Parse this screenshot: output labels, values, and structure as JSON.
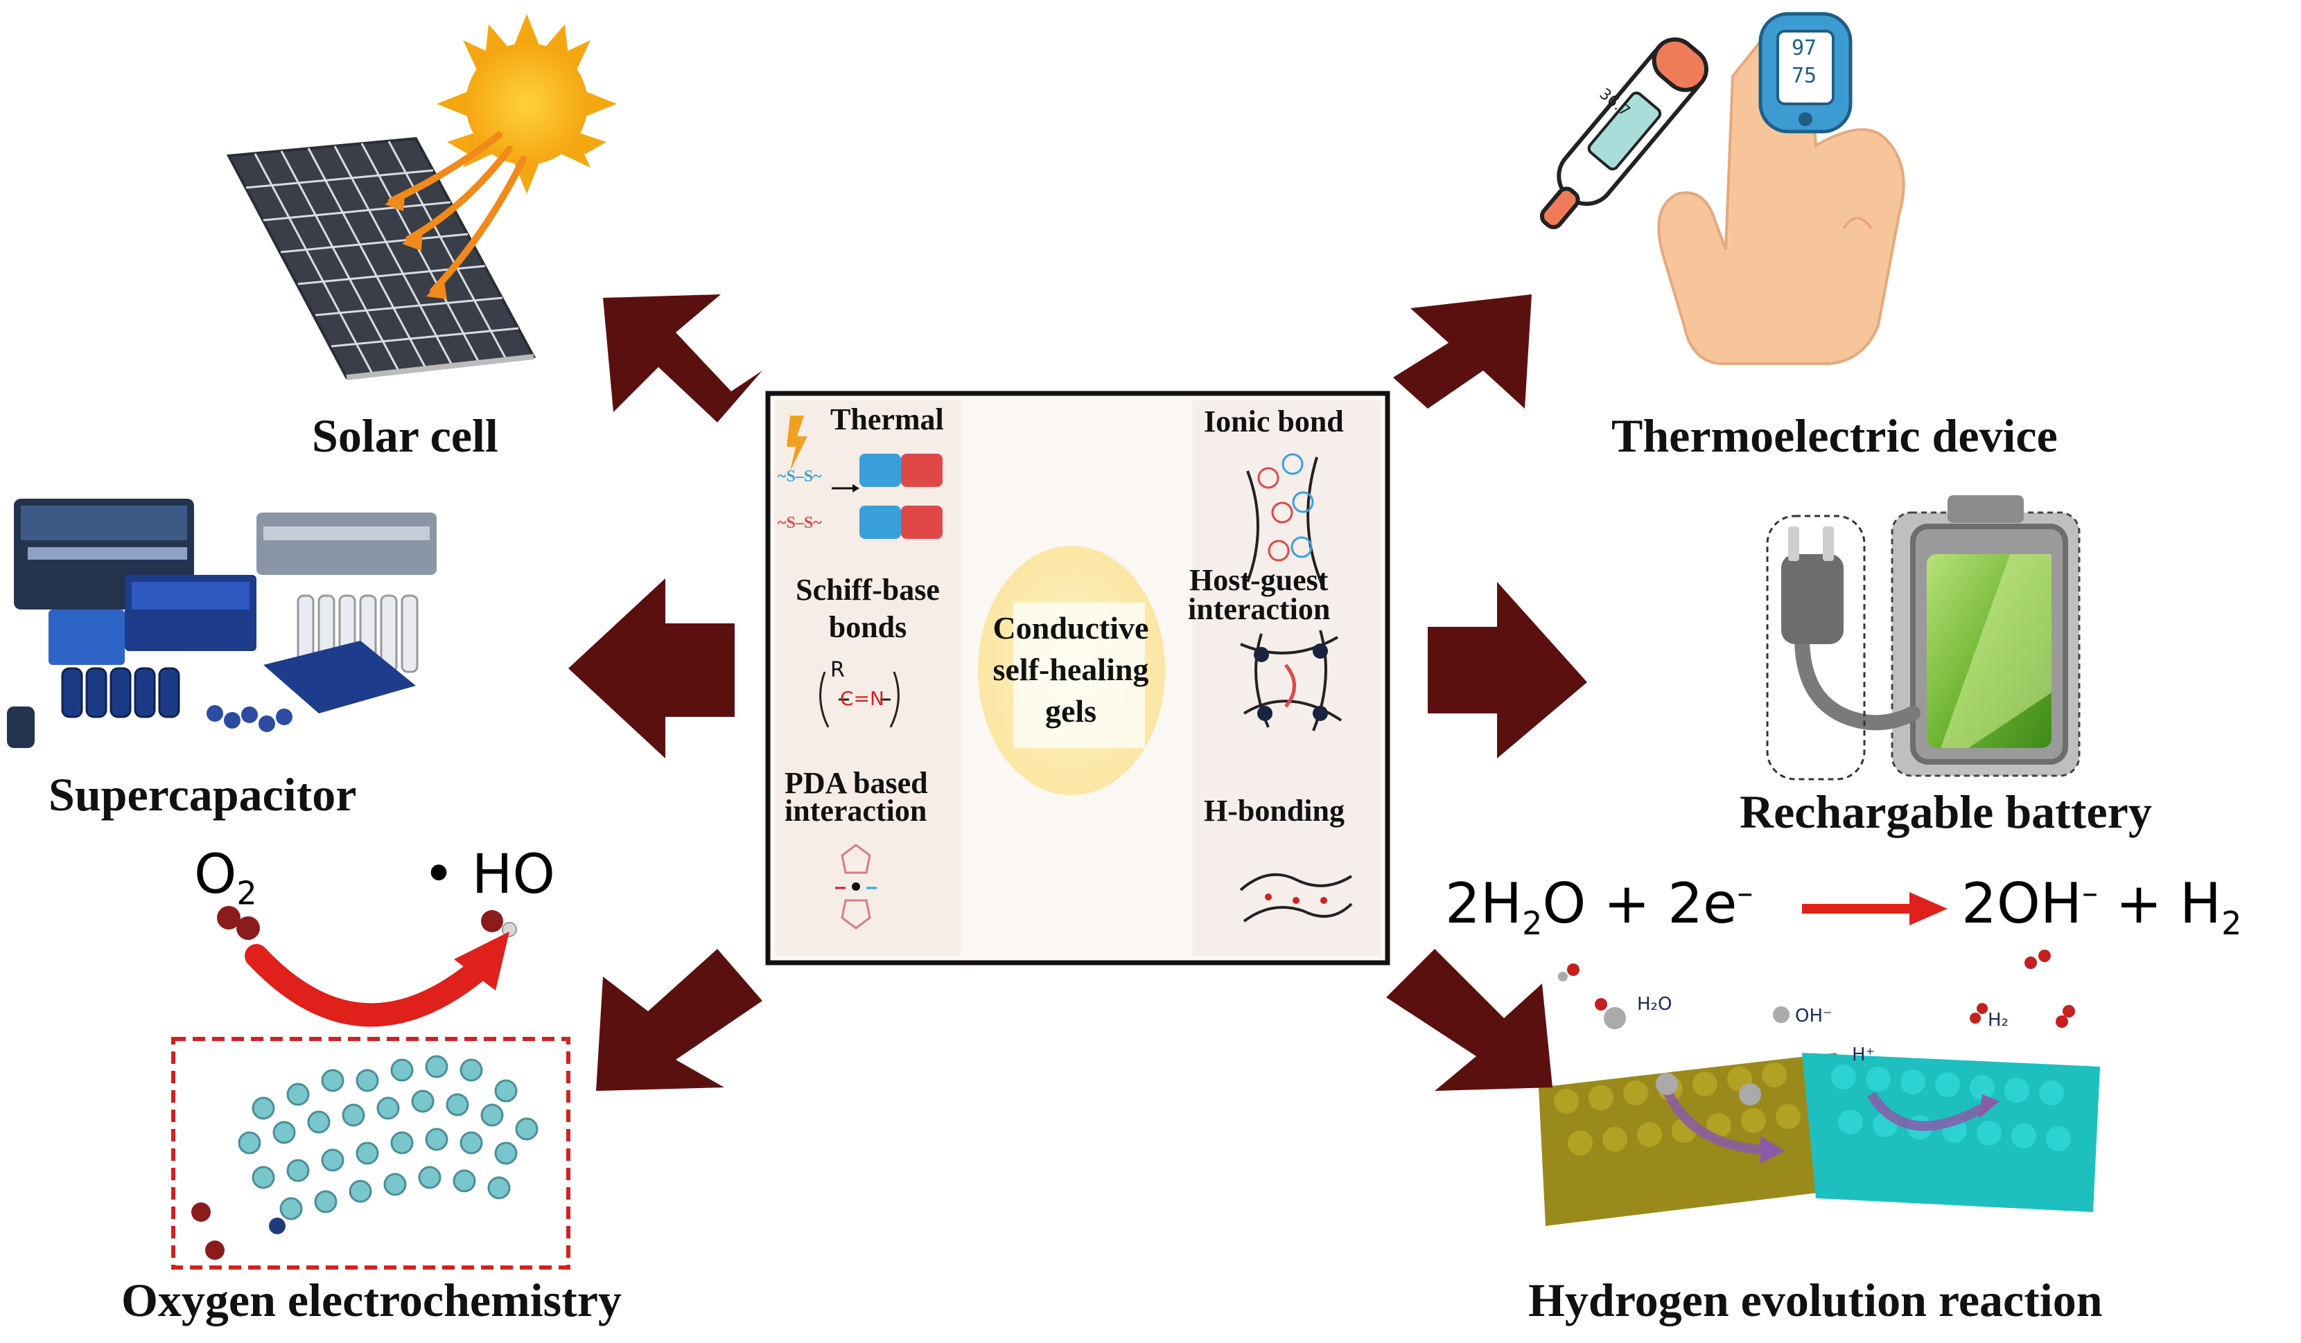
{
  "apps": {
    "solar": "Solar cell",
    "thermoelectric": "Thermoelectric device",
    "supercapacitor": "Supercapacitor",
    "battery": "Rechargable battery",
    "oxygen": "Oxygen electrochemistry",
    "hydrogen": "Hydrogen evolution reaction"
  },
  "center": {
    "title_line1": "Conductive",
    "title_line2": "self-healing",
    "title_line3": "gels",
    "thermal": "Thermal",
    "schiff_line1": "Schiff-base",
    "schiff_line2": "bonds",
    "pda_line1": "PDA based",
    "pda_line2": "interaction",
    "ionic": "Ionic bond",
    "host_line1": "Host-guest",
    "host_line2": "interaction",
    "hbond": "H-bonding",
    "disulfide": "~S–S~",
    "schiff_r": "R",
    "schiff_cn": "C=N"
  },
  "oxygen_eq": {
    "reactant": "O",
    "reactant_sub": "2",
    "product": "• HO"
  },
  "her_eq": {
    "left": "2H",
    "left_sub": "2",
    "left_tail": "O + 2e",
    "left_sup": "–",
    "right": "2OH",
    "right_sup": "–",
    "right_tail": " + H",
    "right_sub": "2"
  },
  "her_labels": {
    "h2o": "H₂O",
    "oh": "OH⁻",
    "h_plus": "H⁺",
    "h2": "H₂"
  },
  "oximeter": {
    "line1": "97",
    "line2": "75"
  },
  "thermometer": {
    "reading": "36.7"
  },
  "colors": {
    "arrow": "#5b1010",
    "red_arrow": "#e0201a",
    "dashed_box": "#d42020"
  }
}
